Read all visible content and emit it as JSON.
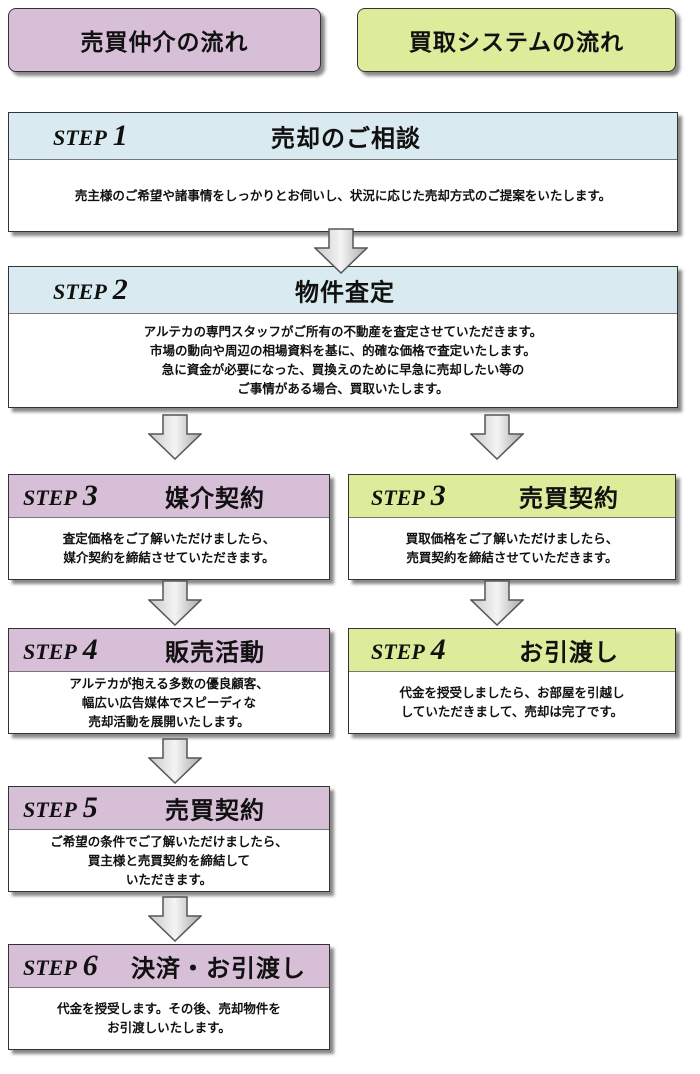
{
  "headers": {
    "left": "売買仲介の流れ",
    "right": "買取システムの流れ"
  },
  "steps": {
    "s1": {
      "label": "STEP",
      "num": "1",
      "title": "売却のご相談",
      "lines": [
        "売主様のご希望や諸事情をしっかりとお伺いし、状況に応じた売却方式のご提案をいたします。"
      ]
    },
    "s2": {
      "label": "STEP",
      "num": "2",
      "title": "物件査定",
      "lines": [
        "アルテカの専門スタッフがご所有の不動産を査定させていただきます。",
        "市場の動向や周辺の相場資料を基に、的確な価格で査定いたします。",
        "急に資金が必要になった、買換えのために早急に売却したい等の",
        "ご事情がある場合、買取いたします。"
      ]
    },
    "l3": {
      "label": "STEP",
      "num": "3",
      "title": "媒介契約",
      "lines": [
        "査定価格をご了解いただけましたら、",
        "媒介契約を締結させていただきます。"
      ]
    },
    "l4": {
      "label": "STEP",
      "num": "4",
      "title": "販売活動",
      "lines": [
        "アルテカが抱える多数の優良顧客、",
        "幅広い広告媒体でスピーディな",
        "売却活動を展開いたします。"
      ]
    },
    "l5": {
      "label": "STEP",
      "num": "5",
      "title": "売買契約",
      "lines": [
        "ご希望の条件でご了解いただけましたら、",
        "買主様と売買契約を締結して",
        "いただきます。"
      ]
    },
    "l6": {
      "label": "STEP",
      "num": "6",
      "title": "決済・お引渡し",
      "lines": [
        "代金を授受します。その後、売却物件を",
        "お引渡しいたします。"
      ]
    },
    "r3": {
      "label": "STEP",
      "num": "3",
      "title": "売買契約",
      "lines": [
        "買取価格をご了解いただけましたら、",
        "売買契約を締結させていただきます。"
      ]
    },
    "r4": {
      "label": "STEP",
      "num": "4",
      "title": "お引渡し",
      "lines": [
        "代金を授受しましたら、お部屋を引越し",
        "していただきまして、売却は完了です。"
      ]
    }
  },
  "colors": {
    "purple": "#d8bfd8",
    "green": "#dcec9a",
    "blue": "#d9ebf0"
  }
}
